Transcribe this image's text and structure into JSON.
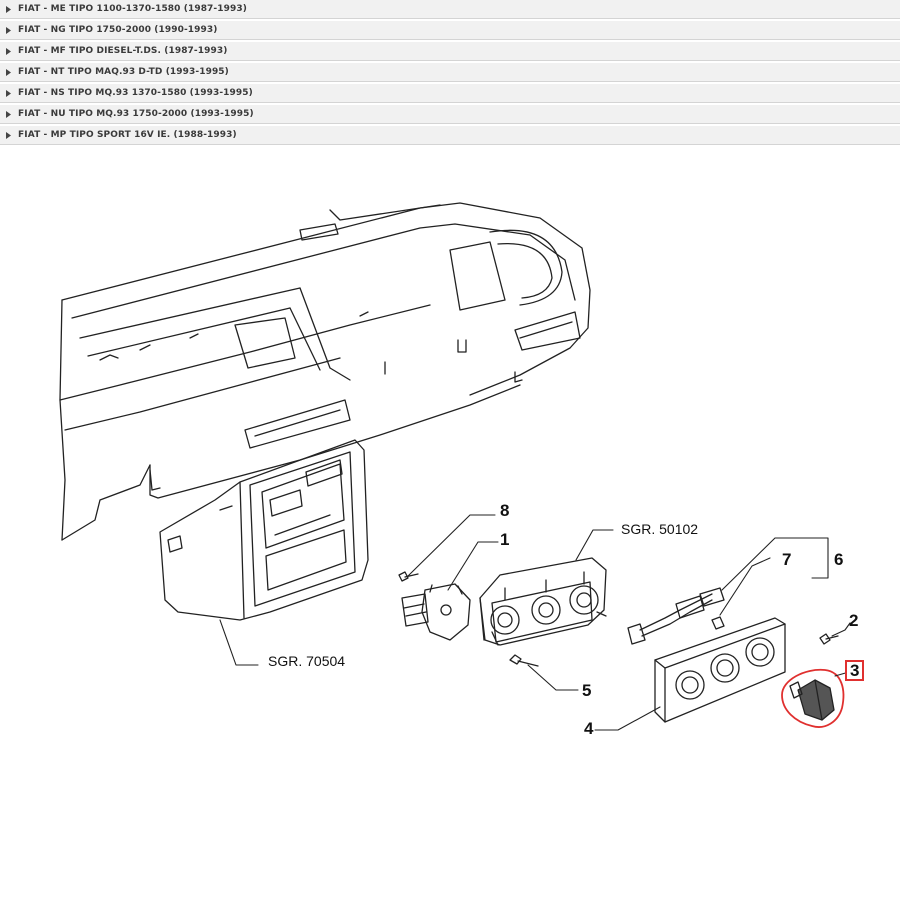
{
  "models": [
    {
      "label": "FIAT - ME TIPO 1100-1370-1580 (1987-1993)"
    },
    {
      "label": "FIAT - NG TIPO 1750-2000 (1990-1993)"
    },
    {
      "label": "FIAT - MF TIPO DIESEL-T.DS. (1987-1993)"
    },
    {
      "label": "FIAT - NT TIPO MAQ.93 D-TD (1993-1995)"
    },
    {
      "label": "FIAT - NS TIPO MQ.93 1370-1580 (1993-1995)"
    },
    {
      "label": "FIAT - NU TIPO MQ.93 1750-2000 (1993-1995)"
    },
    {
      "label": "FIAT - MP TIPO SPORT 16V IE. (1988-1993)"
    }
  ],
  "diagram": {
    "callouts": {
      "p1": "1",
      "p2": "2",
      "p3": "3",
      "p4": "4",
      "p5": "5",
      "p6": "6",
      "p7": "7",
      "p8": "8",
      "sgr_70504": "SGR. 70504",
      "sgr_50102": "SGR. 50102"
    },
    "highlighted_part": "3",
    "colors": {
      "highlight": "#e0302f",
      "line": "#222222",
      "row_bg": "#f1f1f1"
    }
  }
}
